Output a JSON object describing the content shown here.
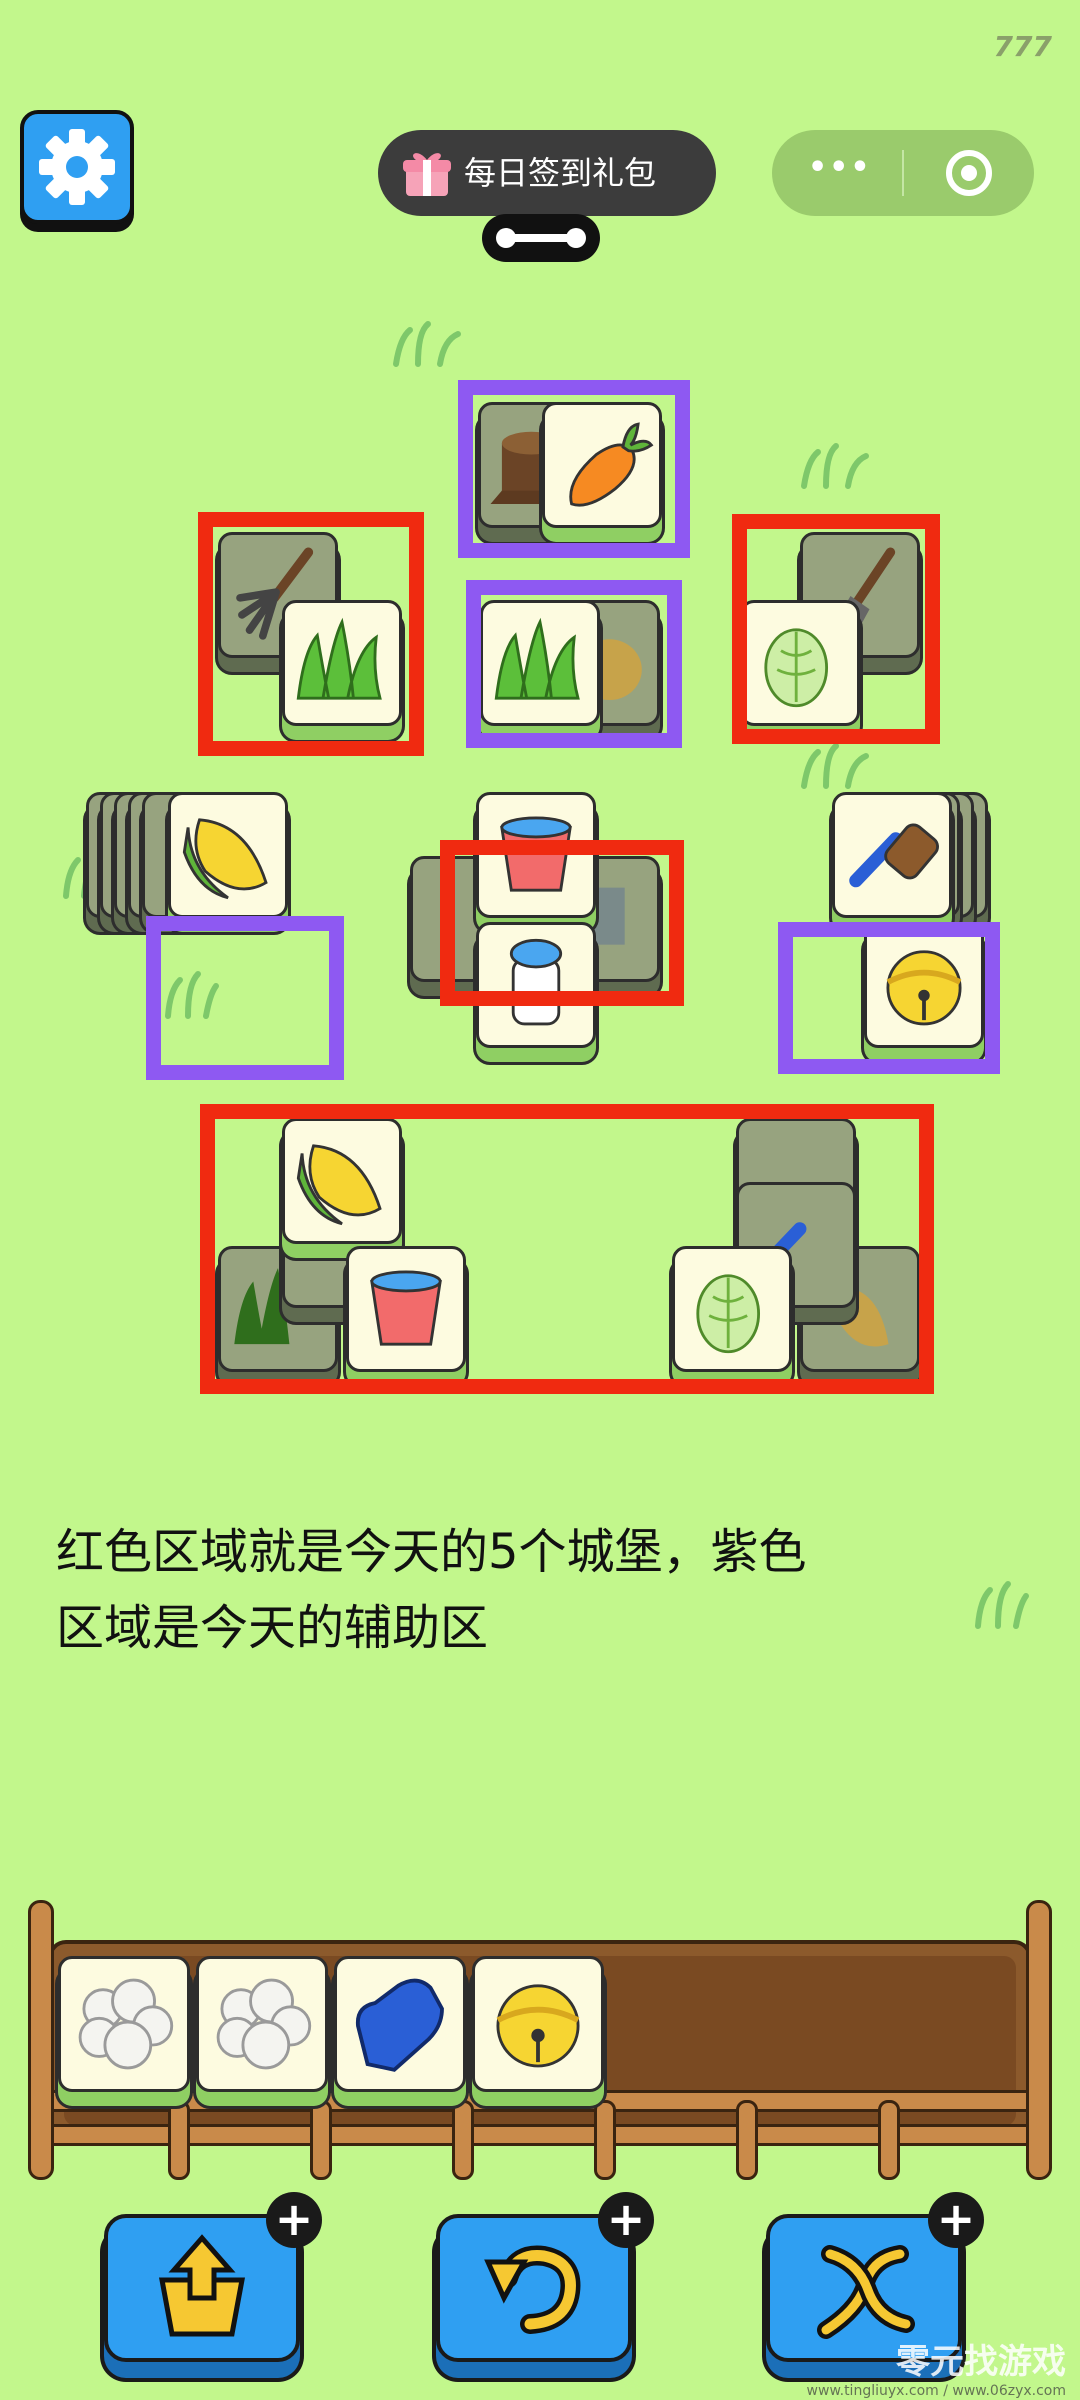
{
  "status": {
    "version": "777"
  },
  "header": {
    "gift_label": "每日签到礼包",
    "menu_dots": "•••",
    "target_icon": "target-icon"
  },
  "caption": {
    "line1": "红色区域就是今天的5个城堡，紫色",
    "line2": "区域是今天的辅助区"
  },
  "colors": {
    "background": "#c2f78c",
    "red_box": "#f02a10",
    "purple_box": "#8e59f2",
    "button": "#2f9ff2"
  },
  "tiles": {
    "board": [
      "stump",
      "carrot",
      "rake",
      "grass",
      "grass",
      "onion",
      "shovel",
      "cabbage",
      "corn",
      "bucket",
      "bucket",
      "milk",
      "brush",
      "bell",
      "corn",
      "grass",
      "bucket",
      "brush",
      "brush",
      "cabbage",
      "corn"
    ],
    "tray": [
      "cotton",
      "cotton",
      "glove",
      "bell"
    ]
  },
  "tools": [
    "withdraw",
    "undo",
    "shuffle"
  ],
  "watermark": {
    "brand": "零元找游戏",
    "url": "www.tingliuyx.com / www.06zyx.com"
  }
}
